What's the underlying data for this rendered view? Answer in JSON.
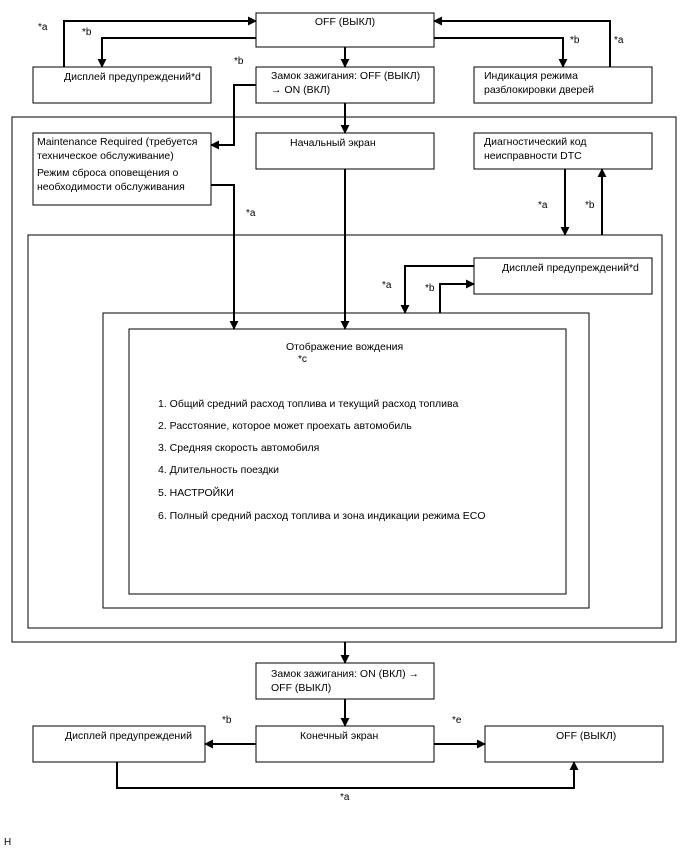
{
  "boxes": {
    "off_top": "OFF (ВЫКЛ)",
    "warn_top": "Дисплей предупреждений*d",
    "ignition_on": "Замок зажигания: OFF (ВЫКЛ) → ON (ВКЛ)",
    "door_unlock": "Индикация режима разблокировки дверей",
    "maint_required": "Maintenance Required (требуется техническое обслуживание)",
    "maint_reset": "Режим сброса оповещения о необходимости обслуживания",
    "start_screen": "Начальный экран",
    "dtc": "Диагностический код неисправности DTC",
    "warn_inner": "Дисплей предупреждений*d",
    "driving_title": "Отображение вождения",
    "driving_note": "*c",
    "ignition_off": "Замок зажигания: ON (ВКЛ) → OFF (ВЫКЛ)",
    "end_screen": "Конечный экран",
    "warn_bottom": "Дисплей предупреждений",
    "off_bottom": "OFF (ВЫКЛ)"
  },
  "driving_items": [
    "1. Общий средний расход топлива и текущий расход топлива",
    "2. Расстояние, которое может проехать автомобиль",
    "3. Средняя скорость автомобиля",
    "4. Длительность поездки",
    "5. НАСТРОЙКИ",
    "6. Полный средний расход топлива и зона индикации режима ECO"
  ],
  "notes": {
    "a": "*a",
    "b": "*b",
    "e": "*e"
  },
  "footer_mark": "H"
}
